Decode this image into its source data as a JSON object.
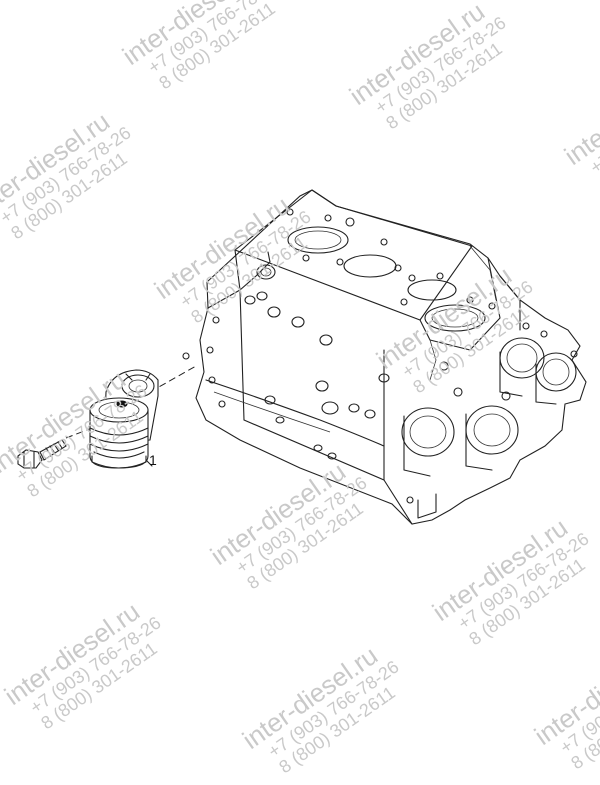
{
  "watermark": {
    "site": "inter-diesel.ru",
    "phone1": "+7 (903) 766-78-26",
    "phone2": "8 (800) 301-2611"
  },
  "diagram": {
    "callouts": [
      {
        "label": "1"
      }
    ]
  }
}
